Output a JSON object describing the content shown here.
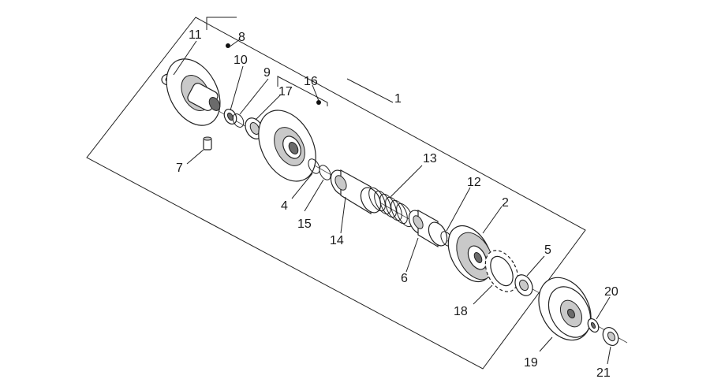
{
  "callouts": {
    "c1": "1",
    "c2": "2",
    "c4": "4",
    "c5": "5",
    "c6": "6",
    "c7": "7",
    "c8": "8",
    "c9": "9",
    "c10": "10",
    "c11": "11",
    "c12": "12",
    "c13": "13",
    "c14": "14",
    "c15": "15",
    "c16": "16",
    "c17": "17",
    "c18": "18",
    "c19": "19",
    "c20": "20",
    "c21": "21"
  }
}
